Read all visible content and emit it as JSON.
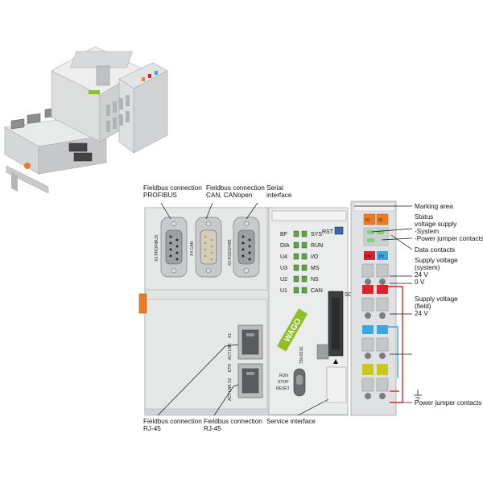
{
  "callouts": {
    "profibus": [
      "Fieldbus connection",
      "PROFIBUS"
    ],
    "canopen": [
      "Fieldbus connection",
      "CAN, CANopen"
    ],
    "serial": [
      "Serial",
      "interface"
    ],
    "rj45_left": [
      "Fieldbus connection",
      "RJ-45"
    ],
    "rj45_right": [
      "Fieldbus connection",
      "RJ-45"
    ],
    "service": "Service interface",
    "marking_area": "Marking area",
    "status": [
      "Status",
      "voltage supply",
      "-System",
      "-Power jumper contacts"
    ],
    "data_contacts": "Data contacts",
    "supply_system": [
      "Supply voltage",
      "(system)",
      "24 V",
      "0 V"
    ],
    "supply_field": [
      "Supply voltage",
      "(field)",
      "24 V"
    ],
    "power_jumper": "Power jumper contacts"
  },
  "ports": {
    "x3_profibus": "X3 PROFIBUS",
    "x4_can": "X4 CAN",
    "x3_rs232": "X3 RS232/485",
    "x1": "X1",
    "x2": "X2",
    "act": "ACT",
    "lnk": "LNK",
    "eth": "ETH"
  },
  "leds_left": [
    "BF",
    "DIA",
    "U4",
    "U3",
    "U2",
    "U1"
  ],
  "leds_right": [
    "SYS",
    "RUN",
    "I/O",
    "MS",
    "NS",
    "CAN"
  ],
  "rst_label": "RST",
  "sd_label": "SD",
  "brand": "WAGO",
  "model": "750-8216",
  "switch_labels": [
    "RUN",
    "STOP",
    "RESET"
  ],
  "supply_markers": [
    "01",
    "02"
  ],
  "voltage_markers": [
    "24V",
    "0V"
  ],
  "colors": {
    "orange": "#f07c1e",
    "red": "#e0202a",
    "blue": "#3aa8e0",
    "yellow_green": "#c8c81e",
    "wago_green": "#8fbf22",
    "body_gray": "#e3e4e4"
  }
}
